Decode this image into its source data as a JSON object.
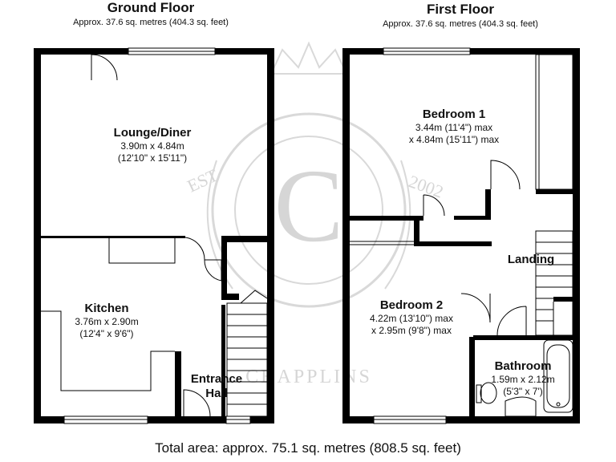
{
  "ground_floor": {
    "title": "Ground Floor",
    "area": "Approx. 37.6 sq. metres (404.3 sq. feet)",
    "rooms": [
      {
        "name": "Lounge/Diner",
        "dim1": "3.90m x 4.84m",
        "dim2": "(12'10\" x 15'11\")"
      },
      {
        "name": "Kitchen",
        "dim1": "3.76m x 2.90m",
        "dim2": "(12'4\" x 9'6\")"
      },
      {
        "name": "Entrance",
        "name2": "Hall"
      }
    ]
  },
  "first_floor": {
    "title": "First Floor",
    "area": "Approx. 37.6 sq. metres (404.3 sq. feet)",
    "rooms": [
      {
        "name": "Bedroom 1",
        "dim1": "3.44m (11'4\") max",
        "dim2": "x 4.84m (15'11\") max"
      },
      {
        "name": "Landing"
      },
      {
        "name": "Bedroom 2",
        "dim1": "4.22m (13'10\") max",
        "dim2": "x 2.95m (9'8\") max"
      },
      {
        "name": "Bathroom",
        "dim1": "1.59m x 2.12m",
        "dim2": "(5'3\" x 7')"
      }
    ]
  },
  "watermark": {
    "est": "EST",
    "year": "2002",
    "brand": "CHAPPLINS"
  },
  "total_area": "Total area: approx. 75.1 sq. metres (808.5 sq. feet)"
}
